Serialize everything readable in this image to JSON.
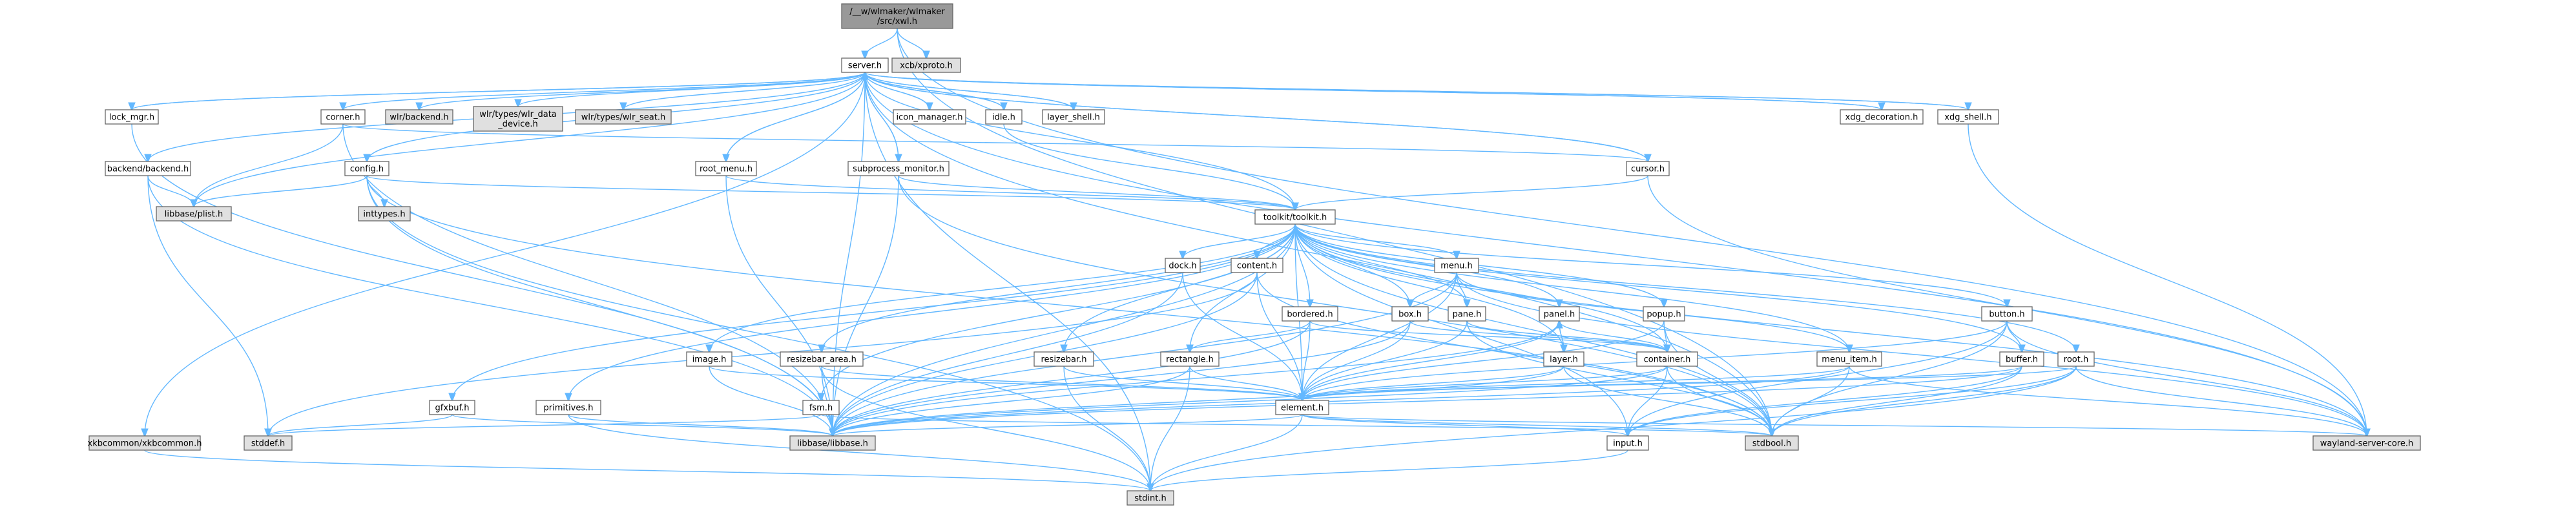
{
  "graph": {
    "root": "n_wlmaker",
    "nodes": [
      {
        "id": "n_wlmaker",
        "lines": [
          "/__w/wlmaker/wlmaker",
          "/src/xwl.h"
        ],
        "style": "root"
      },
      {
        "id": "n_xcb",
        "lines": [
          "xcb/xproto.h"
        ],
        "style": "gray"
      },
      {
        "id": "n_server",
        "lines": [
          "server.h"
        ],
        "style": "plain"
      },
      {
        "id": "n_lock",
        "lines": [
          "lock_mgr.h"
        ],
        "style": "plain"
      },
      {
        "id": "n_corner",
        "lines": [
          "corner.h"
        ],
        "style": "plain"
      },
      {
        "id": "n_wlrbackend",
        "lines": [
          "wlr/backend.h"
        ],
        "style": "gray"
      },
      {
        "id": "n_wlrdata",
        "lines": [
          "wlr/types/wlr_data",
          "_device.h"
        ],
        "style": "gray"
      },
      {
        "id": "n_wlrseat",
        "lines": [
          "wlr/types/wlr_seat.h"
        ],
        "style": "gray"
      },
      {
        "id": "n_icon",
        "lines": [
          "icon_manager.h"
        ],
        "style": "plain"
      },
      {
        "id": "n_idle",
        "lines": [
          "idle.h"
        ],
        "style": "plain"
      },
      {
        "id": "n_layer_shell",
        "lines": [
          "layer_shell.h"
        ],
        "style": "plain"
      },
      {
        "id": "n_xdg_dec",
        "lines": [
          "xdg_decoration.h"
        ],
        "style": "plain"
      },
      {
        "id": "n_xdg_shell",
        "lines": [
          "xdg_shell.h"
        ],
        "style": "red"
      },
      {
        "id": "n_backend",
        "lines": [
          "backend/backend.h"
        ],
        "style": "plain"
      },
      {
        "id": "n_plist",
        "lines": [
          "libbase/plist.h"
        ],
        "style": "gray"
      },
      {
        "id": "n_config",
        "lines": [
          "config.h"
        ],
        "style": "plain"
      },
      {
        "id": "n_inttypes",
        "lines": [
          "inttypes.h"
        ],
        "style": "gray"
      },
      {
        "id": "n_root_menu",
        "lines": [
          "root_menu.h"
        ],
        "style": "plain"
      },
      {
        "id": "n_subproc",
        "lines": [
          "subprocess_monitor.h"
        ],
        "style": "plain"
      },
      {
        "id": "n_cursor",
        "lines": [
          "cursor.h"
        ],
        "style": "plain"
      },
      {
        "id": "n_toolkit",
        "lines": [
          "toolkit/toolkit.h"
        ],
        "style": "red"
      },
      {
        "id": "n_dock",
        "lines": [
          "dock.h"
        ],
        "style": "red"
      },
      {
        "id": "n_content",
        "lines": [
          "content.h"
        ],
        "style": "red"
      },
      {
        "id": "n_menu",
        "lines": [
          "menu.h"
        ],
        "style": "red"
      },
      {
        "id": "n_bordered",
        "lines": [
          "bordered.h"
        ],
        "style": "red"
      },
      {
        "id": "n_box",
        "lines": [
          "box.h"
        ],
        "style": "red"
      },
      {
        "id": "n_pane",
        "lines": [
          "pane.h"
        ],
        "style": "plain"
      },
      {
        "id": "n_panel",
        "lines": [
          "panel.h"
        ],
        "style": "plain"
      },
      {
        "id": "n_popup",
        "lines": [
          "popup.h"
        ],
        "style": "plain"
      },
      {
        "id": "n_button",
        "lines": [
          "button.h"
        ],
        "style": "plain"
      },
      {
        "id": "n_image",
        "lines": [
          "image.h"
        ],
        "style": "plain"
      },
      {
        "id": "n_resizebar_area",
        "lines": [
          "resizebar_area.h"
        ],
        "style": "red"
      },
      {
        "id": "n_resizebar",
        "lines": [
          "resizebar.h"
        ],
        "style": "red"
      },
      {
        "id": "n_rectangle",
        "lines": [
          "rectangle.h"
        ],
        "style": "plain"
      },
      {
        "id": "n_layer",
        "lines": [
          "layer.h"
        ],
        "style": "red"
      },
      {
        "id": "n_container",
        "lines": [
          "container.h"
        ],
        "style": "plain"
      },
      {
        "id": "n_menu_item",
        "lines": [
          "menu_item.h"
        ],
        "style": "red"
      },
      {
        "id": "n_buffer",
        "lines": [
          "buffer.h"
        ],
        "style": "plain"
      },
      {
        "id": "n_root",
        "lines": [
          "root.h"
        ],
        "style": "red"
      },
      {
        "id": "n_gfxbuf",
        "lines": [
          "gfxbuf.h"
        ],
        "style": "red"
      },
      {
        "id": "n_primitives",
        "lines": [
          "primitives.h"
        ],
        "style": "red"
      },
      {
        "id": "n_fsm",
        "lines": [
          "fsm.h"
        ],
        "style": "plain"
      },
      {
        "id": "n_element",
        "lines": [
          "element.h"
        ],
        "style": "red"
      },
      {
        "id": "n_xkb",
        "lines": [
          "xkbcommon/xkbcommon.h"
        ],
        "style": "gray"
      },
      {
        "id": "n_stddef",
        "lines": [
          "stddef.h"
        ],
        "style": "gray"
      },
      {
        "id": "n_libbase",
        "lines": [
          "libbase/libbase.h"
        ],
        "style": "gray"
      },
      {
        "id": "n_input",
        "lines": [
          "input.h"
        ],
        "style": "plain"
      },
      {
        "id": "n_stdbool",
        "lines": [
          "stdbool.h"
        ],
        "style": "gray"
      },
      {
        "id": "n_wayland",
        "lines": [
          "wayland-server-core.h"
        ],
        "style": "gray"
      },
      {
        "id": "n_stdint",
        "lines": [
          "stdint.h"
        ],
        "style": "gray"
      }
    ],
    "edges": [
      [
        "n_wlmaker",
        "n_xcb"
      ],
      [
        "n_wlmaker",
        "n_server"
      ],
      [
        "n_wlmaker",
        "n_stdbool"
      ],
      [
        "n_wlmaker",
        "n_wayland"
      ],
      [
        "n_server",
        "n_lock"
      ],
      [
        "n_server",
        "n_corner"
      ],
      [
        "n_server",
        "n_wlrbackend"
      ],
      [
        "n_server",
        "n_wlrdata"
      ],
      [
        "n_server",
        "n_wlrseat"
      ],
      [
        "n_server",
        "n_icon"
      ],
      [
        "n_server",
        "n_idle"
      ],
      [
        "n_server",
        "n_layer_shell"
      ],
      [
        "n_server",
        "n_xdg_dec"
      ],
      [
        "n_server",
        "n_xdg_shell"
      ],
      [
        "n_server",
        "n_backend"
      ],
      [
        "n_server",
        "n_plist"
      ],
      [
        "n_server",
        "n_config"
      ],
      [
        "n_server",
        "n_root_menu"
      ],
      [
        "n_server",
        "n_subproc"
      ],
      [
        "n_server",
        "n_cursor"
      ],
      [
        "n_server",
        "n_toolkit"
      ],
      [
        "n_server",
        "n_xkb"
      ],
      [
        "n_server",
        "n_libbase"
      ],
      [
        "n_server",
        "n_stdint"
      ],
      [
        "n_server",
        "n_stdbool"
      ],
      [
        "n_server",
        "n_wayland"
      ],
      [
        "n_lock",
        "n_server"
      ],
      [
        "n_icon",
        "n_server"
      ],
      [
        "n_idle",
        "n_server"
      ],
      [
        "n_layer_shell",
        "n_server"
      ],
      [
        "n_xdg_dec",
        "n_server"
      ],
      [
        "n_xdg_shell",
        "n_server"
      ],
      [
        "n_root_menu",
        "n_server"
      ],
      [
        "n_subproc",
        "n_server"
      ],
      [
        "n_cursor",
        "n_server"
      ],
      [
        "n_lock",
        "n_libbase"
      ],
      [
        "n_corner",
        "n_plist"
      ],
      [
        "n_corner",
        "n_cursor"
      ],
      [
        "n_corner",
        "n_libbase"
      ],
      [
        "n_idle",
        "n_toolkit"
      ],
      [
        "n_xdg_shell",
        "n_wayland"
      ],
      [
        "n_cursor",
        "n_toolkit"
      ],
      [
        "n_cursor",
        "n_wayland"
      ],
      [
        "n_backend",
        "n_plist"
      ],
      [
        "n_backend",
        "n_stddef"
      ],
      [
        "n_backend",
        "n_libbase"
      ],
      [
        "n_config",
        "n_plist"
      ],
      [
        "n_config",
        "n_inttypes"
      ],
      [
        "n_config",
        "n_toolkit"
      ],
      [
        "n_config",
        "n_libbase"
      ],
      [
        "n_config",
        "n_stdbool"
      ],
      [
        "n_config",
        "n_stdint"
      ],
      [
        "n_root_menu",
        "n_toolkit"
      ],
      [
        "n_root_menu",
        "n_libbase"
      ],
      [
        "n_subproc",
        "n_toolkit"
      ],
      [
        "n_subproc",
        "n_libbase"
      ],
      [
        "n_subproc",
        "n_stdbool"
      ],
      [
        "n_toolkit",
        "n_dock"
      ],
      [
        "n_toolkit",
        "n_content"
      ],
      [
        "n_toolkit",
        "n_menu"
      ],
      [
        "n_toolkit",
        "n_bordered"
      ],
      [
        "n_toolkit",
        "n_box"
      ],
      [
        "n_toolkit",
        "n_pane"
      ],
      [
        "n_toolkit",
        "n_panel"
      ],
      [
        "n_toolkit",
        "n_popup"
      ],
      [
        "n_toolkit",
        "n_button"
      ],
      [
        "n_toolkit",
        "n_image"
      ],
      [
        "n_toolkit",
        "n_resizebar_area"
      ],
      [
        "n_toolkit",
        "n_resizebar"
      ],
      [
        "n_toolkit",
        "n_rectangle"
      ],
      [
        "n_toolkit",
        "n_layer"
      ],
      [
        "n_toolkit",
        "n_container"
      ],
      [
        "n_toolkit",
        "n_menu_item"
      ],
      [
        "n_toolkit",
        "n_buffer"
      ],
      [
        "n_toolkit",
        "n_root"
      ],
      [
        "n_toolkit",
        "n_gfxbuf"
      ],
      [
        "n_toolkit",
        "n_primitives"
      ],
      [
        "n_toolkit",
        "n_fsm"
      ],
      [
        "n_toolkit",
        "n_element"
      ],
      [
        "n_toolkit",
        "n_input"
      ],
      [
        "n_toolkit",
        "n_libbase"
      ],
      [
        "n_toolkit",
        "n_stdbool"
      ],
      [
        "n_toolkit",
        "n_wayland"
      ],
      [
        "n_dock",
        "n_element"
      ],
      [
        "n_dock",
        "n_libbase"
      ],
      [
        "n_content",
        "n_element"
      ],
      [
        "n_content",
        "n_stdbool"
      ],
      [
        "n_content",
        "n_stddef"
      ],
      [
        "n_content",
        "n_libbase"
      ],
      [
        "n_menu",
        "n_element"
      ],
      [
        "n_menu",
        "n_pane"
      ],
      [
        "n_menu",
        "n_menu_item"
      ],
      [
        "n_menu",
        "n_box"
      ],
      [
        "n_menu",
        "n_libbase"
      ],
      [
        "n_menu",
        "n_wayland"
      ],
      [
        "n_bordered",
        "n_container"
      ],
      [
        "n_bordered",
        "n_element"
      ],
      [
        "n_bordered",
        "n_rectangle"
      ],
      [
        "n_bordered",
        "n_libbase"
      ],
      [
        "n_box",
        "n_container"
      ],
      [
        "n_box",
        "n_element"
      ],
      [
        "n_box",
        "n_libbase"
      ],
      [
        "n_pane",
        "n_container"
      ],
      [
        "n_pane",
        "n_element"
      ],
      [
        "n_pane",
        "n_stdbool"
      ],
      [
        "n_panel",
        "n_container"
      ],
      [
        "n_panel",
        "n_element"
      ],
      [
        "n_panel",
        "n_layer"
      ],
      [
        "n_panel",
        "n_libbase"
      ],
      [
        "n_popup",
        "n_container"
      ],
      [
        "n_popup",
        "n_element"
      ],
      [
        "n_popup",
        "n_stdbool"
      ],
      [
        "n_button",
        "n_buffer"
      ],
      [
        "n_button",
        "n_element"
      ],
      [
        "n_button",
        "n_input"
      ],
      [
        "n_button",
        "n_stdbool"
      ],
      [
        "n_button",
        "n_wayland"
      ],
      [
        "n_image",
        "n_element"
      ],
      [
        "n_image",
        "n_libbase"
      ],
      [
        "n_resizebar_area",
        "n_element"
      ],
      [
        "n_resizebar_area",
        "n_libbase"
      ],
      [
        "n_resizebar_area",
        "n_stdint"
      ],
      [
        "n_resizebar",
        "n_element"
      ],
      [
        "n_resizebar",
        "n_stdint"
      ],
      [
        "n_rectangle",
        "n_element"
      ],
      [
        "n_rectangle",
        "n_libbase"
      ],
      [
        "n_rectangle",
        "n_stdint"
      ],
      [
        "n_layer",
        "n_element"
      ],
      [
        "n_layer",
        "n_panel"
      ],
      [
        "n_layer",
        "n_libbase"
      ],
      [
        "n_layer",
        "n_stdbool"
      ],
      [
        "n_container",
        "n_element"
      ],
      [
        "n_container",
        "n_input"
      ],
      [
        "n_container",
        "n_stdbool"
      ],
      [
        "n_container",
        "n_libbase"
      ],
      [
        "n_menu_item",
        "n_element"
      ],
      [
        "n_menu_item",
        "n_stdbool"
      ],
      [
        "n_menu_item",
        "n_libbase"
      ],
      [
        "n_menu_item",
        "n_wayland"
      ],
      [
        "n_buffer",
        "n_element"
      ],
      [
        "n_buffer",
        "n_input"
      ],
      [
        "n_buffer",
        "n_stdbool"
      ],
      [
        "n_buffer",
        "n_libbase"
      ],
      [
        "n_root",
        "n_element"
      ],
      [
        "n_root",
        "n_input"
      ],
      [
        "n_root",
        "n_stdbool"
      ],
      [
        "n_root",
        "n_wayland"
      ],
      [
        "n_root",
        "n_stdint"
      ],
      [
        "n_gfxbuf",
        "n_libbase"
      ],
      [
        "n_gfxbuf",
        "n_stddef"
      ],
      [
        "n_primitives",
        "n_libbase"
      ],
      [
        "n_primitives",
        "n_stdint"
      ],
      [
        "n_fsm",
        "n_stdbool"
      ],
      [
        "n_fsm",
        "n_stddef"
      ],
      [
        "n_element",
        "n_input"
      ],
      [
        "n_element",
        "n_libbase"
      ],
      [
        "n_element",
        "n_stdbool"
      ],
      [
        "n_element",
        "n_stdint"
      ],
      [
        "n_element",
        "n_wayland"
      ],
      [
        "n_input",
        "n_stdint"
      ],
      [
        "n_xkb",
        "n_stdint"
      ]
    ]
  },
  "colors": {
    "root_fill": "#999999",
    "gray_fill": "#e0e0e0",
    "node_fill": "#ffffff",
    "node_border": "#666666",
    "red_border": "#ff0000",
    "edge": "#63b8ff"
  }
}
